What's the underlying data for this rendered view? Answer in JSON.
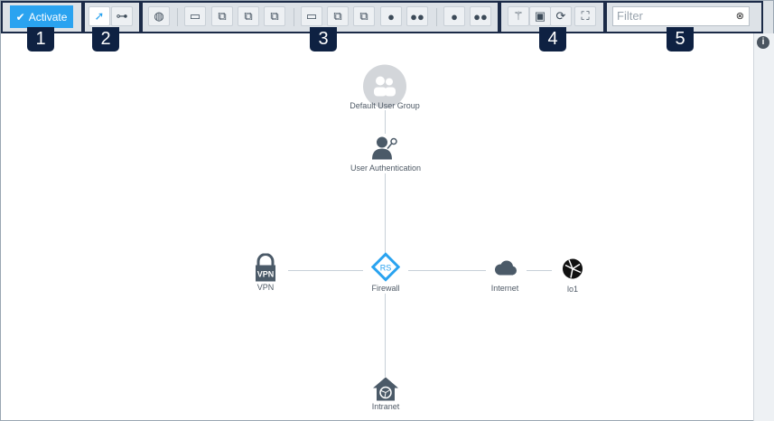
{
  "toolbar": {
    "activate_label": "Activate",
    "filter_placeholder": "Filter"
  },
  "badges": [
    "1",
    "2",
    "3",
    "4",
    "5"
  ],
  "info_icon": "i",
  "nodes": {
    "default_user_group": "Default User Group",
    "user_authentication": "User Authentication",
    "firewall": "Firewall",
    "firewall_glyph": "RS",
    "vpn": "VPN",
    "internet": "Internet",
    "lo1": "lo1",
    "intranet": "Intranet"
  },
  "colors": {
    "accent": "#2aa3f0",
    "badge": "#0e2142",
    "icon": "#4b5a68"
  }
}
